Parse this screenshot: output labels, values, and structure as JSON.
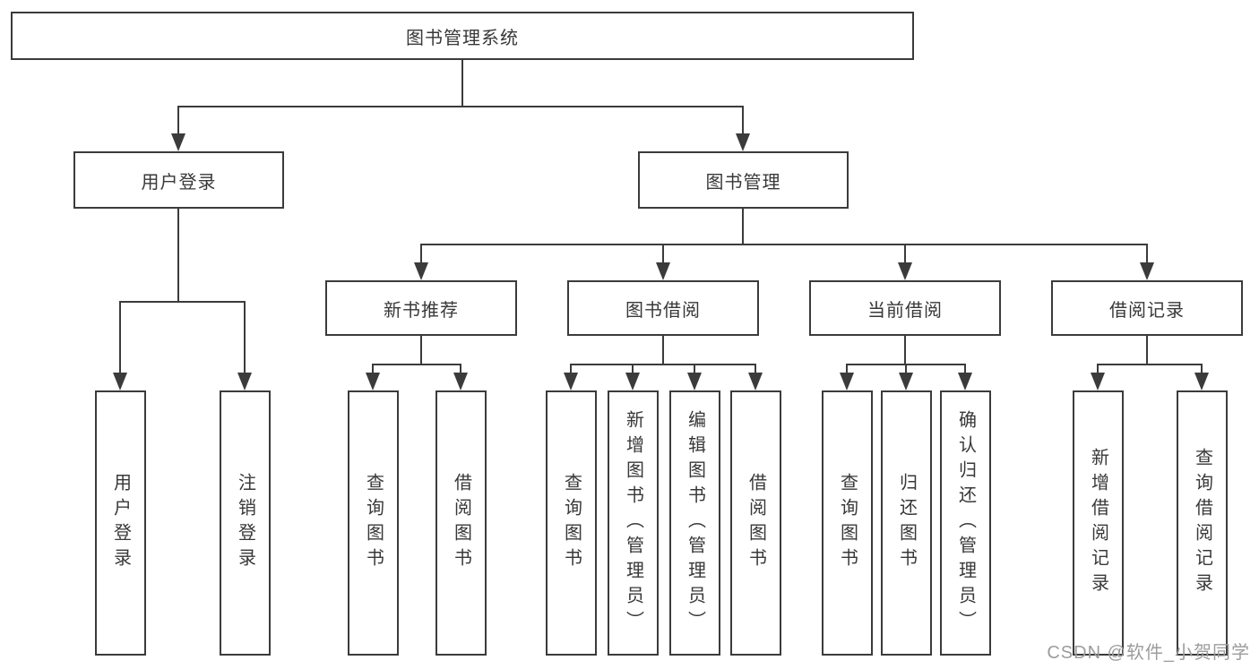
{
  "diagram": {
    "root": "图书管理系统",
    "level2": {
      "user_login": "用户登录",
      "book_management": "图书管理"
    },
    "level3": {
      "new_book_recommend": "新书推荐",
      "book_borrowing": "图书借阅",
      "current_borrowing": "当前借阅",
      "borrowing_records": "借阅记录"
    },
    "leaves": {
      "user_login": "用户登录",
      "logout": "注销登录",
      "query_books_1": "查询图书",
      "borrow_books_1": "借阅图书",
      "query_books_2": "查询图书",
      "add_books_admin": "新增图书（管理员）",
      "edit_books_admin": "编辑图书（管理员）",
      "borrow_books_2": "借阅图书",
      "query_books_3": "查询图书",
      "return_books": "归还图书",
      "confirm_return_admin": "确认归还（管理员）",
      "add_borrow_record": "新增借阅记录",
      "query_borrow_record": "查询借阅记录"
    }
  },
  "watermark": {
    "text": "CSDN @软件_小贺同学"
  },
  "colors": {
    "line": "#3b3b3b",
    "text": "#383838",
    "background": "#ffffff",
    "watermark": "#9c9c9c"
  }
}
